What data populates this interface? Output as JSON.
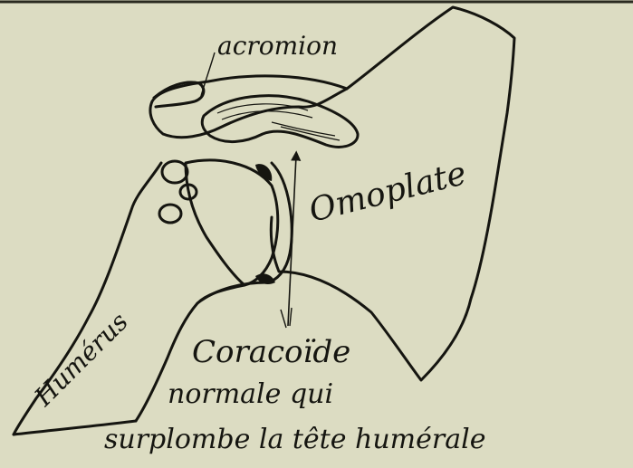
{
  "figure": {
    "paper_color": "#dcdcc2",
    "ink_color": "#151510",
    "labels": {
      "acromion": "acromion",
      "omoplate": "Omoplate",
      "humerus": "Humérus",
      "coracoide": "Coracoïde",
      "caption_line1": "normale qui",
      "caption_line2": "surplombe la tête humérale"
    }
  }
}
